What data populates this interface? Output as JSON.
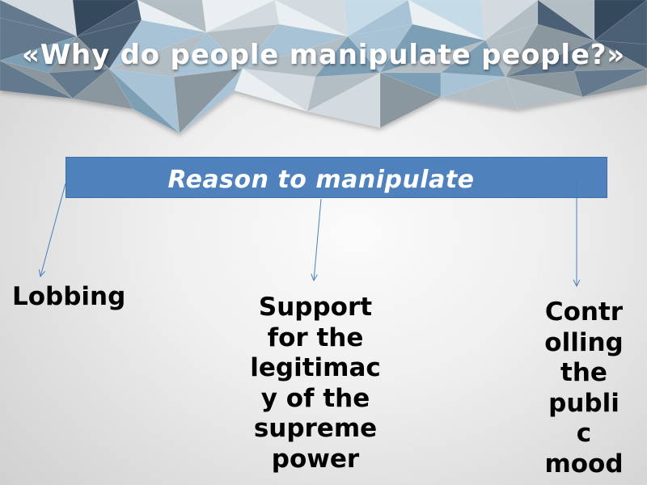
{
  "slide": {
    "title": "«Why do people manipulate people?»",
    "main_box": {
      "label": "Reason to manipulate"
    },
    "reasons": [
      {
        "lines": [
          "Lobbing"
        ]
      },
      {
        "lines": [
          "Support",
          "for the",
          "legitimac",
          "y of the",
          "supreme",
          "power"
        ]
      },
      {
        "lines": [
          "Contr",
          "olling",
          "the",
          "publi",
          "c",
          "mood"
        ]
      }
    ]
  },
  "colors": {
    "box_fill": "#4f81bd",
    "box_border": "#3d6ea8",
    "box_text": "#ffffff",
    "arrow": "#4a7ebb",
    "title_text": "#ffffff",
    "body_text": "#000000"
  }
}
